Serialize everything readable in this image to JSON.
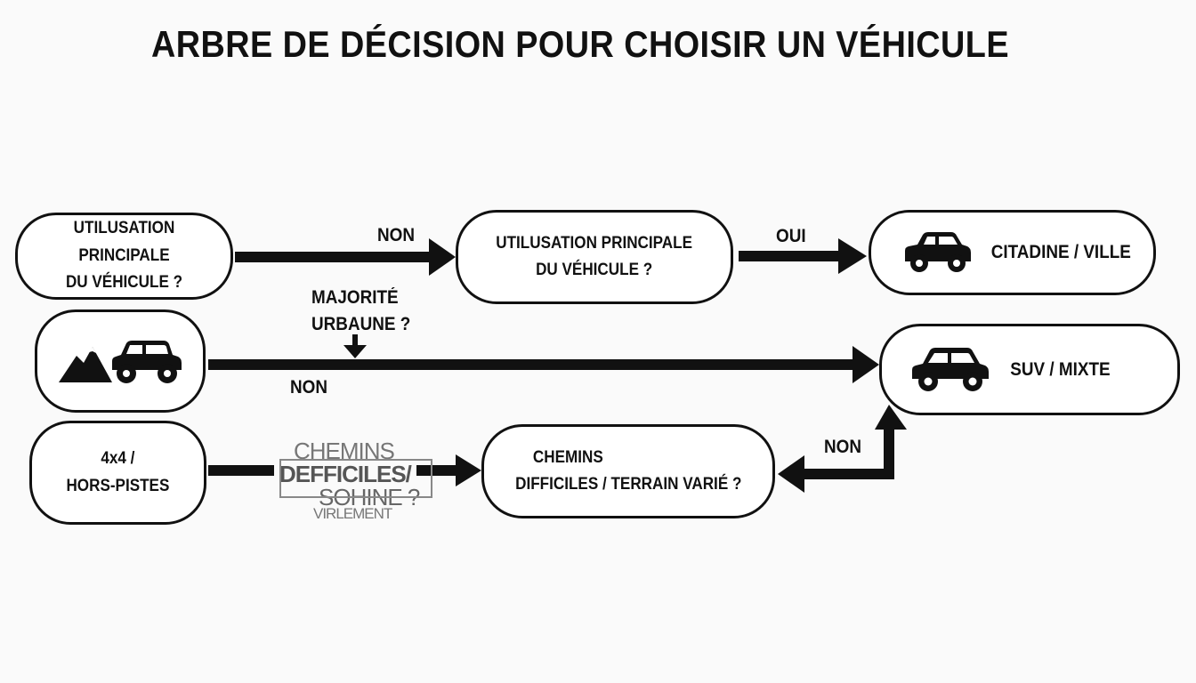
{
  "title": "ARBRE DE DÉCISION POUR CHOISIR UN VÉHICULE",
  "nodes": {
    "q1": {
      "line1": "UTILUSATION PRINCIPALE",
      "line2": "DU VÉHICULE ?"
    },
    "q2": {
      "line1": "UTILUSATION PRINCIPALE",
      "line2": "DU VÉHICULE ?"
    },
    "citadine": {
      "label": "CITADINE / VILLE",
      "icon": "car-icon"
    },
    "offroad": {
      "icon": "mountain-suv-icon"
    },
    "suv": {
      "label": "SUV / MIXTE",
      "icon": "suv-icon"
    },
    "q4x4": {
      "line1": "4x4 /",
      "line2": "HORS-PISTES"
    },
    "q3": {
      "line1": "CHEMINS",
      "line2": "DIFFICILES / TERRAIN VARIÉ ?"
    }
  },
  "edges": {
    "q1_q2": "NON",
    "q2_citadine": "OUI",
    "urban_question": {
      "line1": "MAJORITÉ",
      "line2": "URBAUNE ?"
    },
    "offroad_suv": "NON",
    "q3_suv": "NON"
  },
  "garbled": {
    "line1": "CHEMINS",
    "line2": "DEFFICILES/",
    "line3": "SOHINE ?",
    "line4": "VIRLEMENT"
  }
}
